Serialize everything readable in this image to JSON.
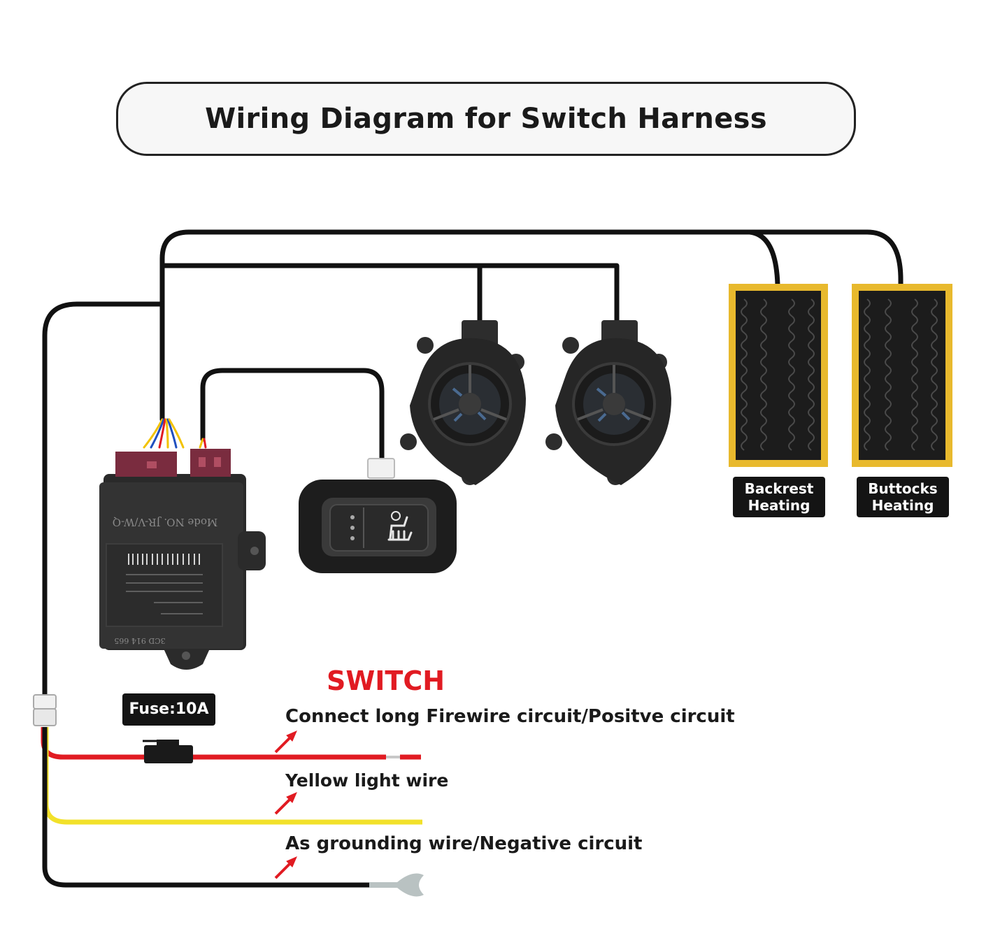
{
  "title": "Wiring Diagram for Switch Harness",
  "components": {
    "module_label": "Mode NO. JR-V/W-Q",
    "module_code": "3CD 914 665",
    "pad_backrest": {
      "line1": "Backrest",
      "line2": "Heating"
    },
    "pad_buttocks": {
      "line1": "Buttocks",
      "line2": "Heating"
    },
    "fuse_label": "Fuse:10A"
  },
  "switch_section": {
    "heading": "SWITCH",
    "wires": [
      {
        "label": "Connect long Firewire circuit/Positve circuit",
        "color": "#e11b22"
      },
      {
        "label": "Yellow light wire",
        "color": "#f2e12a"
      },
      {
        "label": "As grounding wire/Negative circuit",
        "color": "#111111"
      }
    ]
  },
  "colors": {
    "wire": "#111111",
    "arrow": "#e11b22",
    "pad_border": "#e8b92d",
    "module_connector": "#7a2c3f"
  }
}
